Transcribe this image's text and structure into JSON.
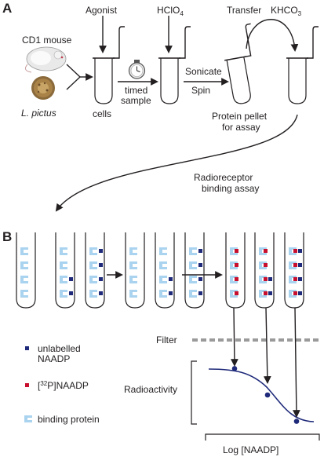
{
  "panel_a": {
    "letter": "A",
    "source_mouse": "CD1 mouse",
    "source_urchin": "L. pictus",
    "cells": "cells",
    "agonist": "Agonist",
    "timed_line1": "timed",
    "timed_line2": "sample",
    "acid_main": "HClO",
    "acid_sub": "4",
    "sonicate": "Sonicate",
    "spin": "Spin",
    "pellet_line1": "Protein pellet",
    "pellet_line2": "for assay",
    "transfer": "Transfer",
    "base_main": "KHCO",
    "base_sub": "3",
    "assay_line1": "Radioreceptor",
    "assay_line2": "binding assay"
  },
  "panel_b": {
    "letter": "B",
    "filter": "Filter",
    "legend_unlabelled_line1": "unlabelled",
    "legend_unlabelled_line2": "NAADP",
    "legend_label_open": "[",
    "legend_label_sup": "32",
    "legend_label_close": "P]NAADP",
    "legend_binding": "binding protein",
    "y_axis": "Radioactivity",
    "x_axis": "Log [NAADP]"
  },
  "colors": {
    "blue_dot": "#1f2a7a",
    "red_dot": "#c8102e",
    "binding_protein": "#a9d3ef",
    "pink_liquid": "#f2c4d6",
    "blue_liquid": "#b8dcf3",
    "acid_band": "#1f72b3",
    "pellet": "#6b2a66",
    "filter_gray": "#9a9a9a",
    "curve": "#1f2a7a"
  },
  "chart_data": {
    "type": "line",
    "title": "",
    "xlabel": "Log [NAADP]",
    "ylabel": "Radioactivity",
    "x": [
      1,
      2,
      3
    ],
    "series": [
      {
        "values": [
          0.9,
          0.5,
          0.1
        ]
      }
    ]
  }
}
